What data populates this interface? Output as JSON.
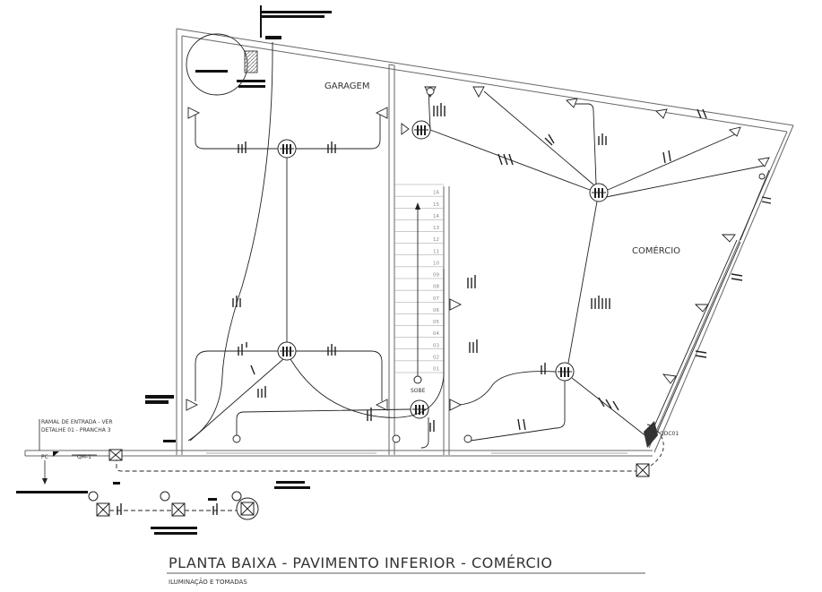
{
  "drawing": {
    "title": "PLANTA BAIXA - PAVIMENTO INFERIOR - COMÉRCIO",
    "subtitle": "ILUMINAÇÃO E TOMADAS"
  },
  "rooms": {
    "garage": "GARAGEM",
    "commerce": "COMÉRCIO"
  },
  "entrance": {
    "note_line1": "RAMAL DE ENTRADA - VER",
    "note_line2": "DETALHE 01 - PRANCHA 3",
    "meter_label": "PC",
    "feeder_label": "QM-1"
  },
  "panel": {
    "label": "QDC01"
  },
  "stairs": {
    "label": "SOBE",
    "steps": [
      "16",
      "15",
      "14",
      "13",
      "12",
      "11",
      "10",
      "09",
      "08",
      "07",
      "06",
      "05",
      "04",
      "03",
      "02",
      "01"
    ]
  },
  "fixtures": {
    "sobe_bottom": "SOBE"
  },
  "colors": {
    "line": "#222222",
    "wall": "#555555",
    "text": "#333333",
    "hatch": "#999999"
  }
}
